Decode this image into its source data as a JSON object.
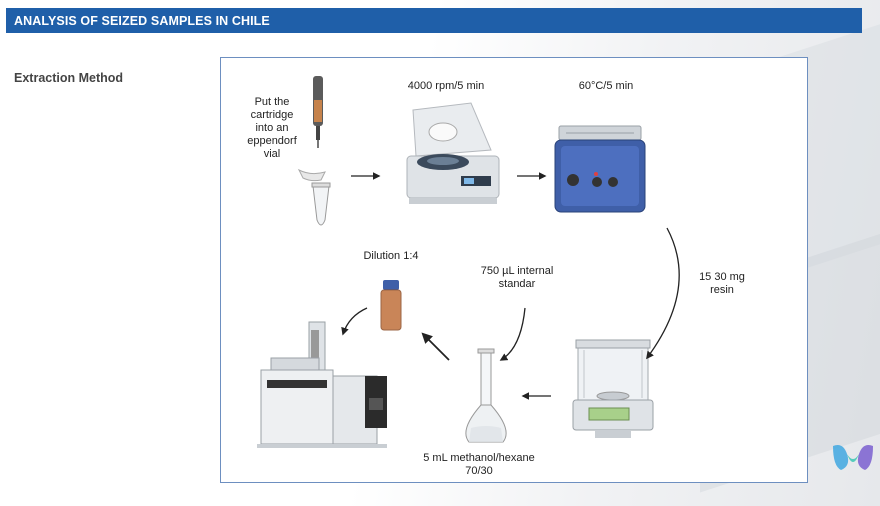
{
  "header": {
    "title": "ANALYSIS OF SEIZED SAMPLES IN CHILE"
  },
  "section": {
    "label": "Extraction Method"
  },
  "steps": {
    "cartridge": "Put the cartridge into an eppendorf vial",
    "centrifuge": "4000 rpm/5 min",
    "bath": "60°C/5 min",
    "resin": "15   30 mg resin",
    "flask": "5 mL methanol/hexane 70/30",
    "standard": "750 µL internal standar",
    "dilution": "Dilution 1:4"
  },
  "colors": {
    "header_bg": "#1f5fa9",
    "frame_border": "#6d8fc0",
    "bath_blue": "#3f5fa8"
  }
}
